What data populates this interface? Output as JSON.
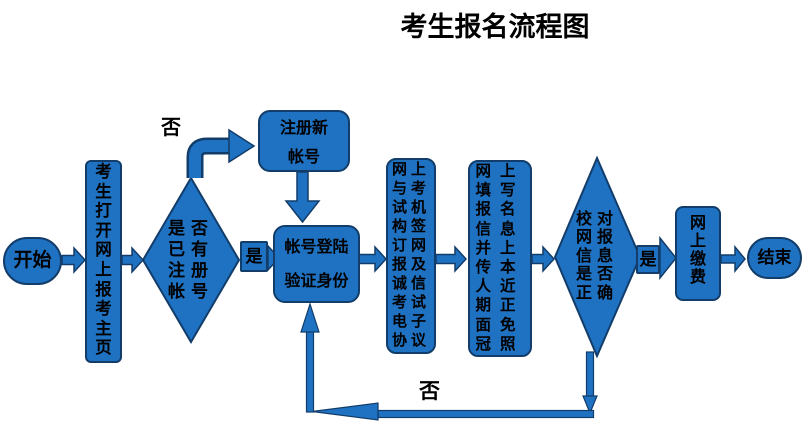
{
  "title": "考生报名流程图",
  "colors": {
    "shape_fill": "#1f72c2",
    "shape_border": "#123c69",
    "text": "#000000",
    "background": "#ffffff"
  },
  "nodes": {
    "start": {
      "label": "开始"
    },
    "open_page": {
      "lines": [
        "考",
        "生",
        "打",
        "开",
        "网",
        "上",
        "报",
        "考",
        "主",
        "页"
      ]
    },
    "has_account": {
      "lines": [
        "是否",
        "已有",
        "注册",
        "帐号"
      ]
    },
    "register_new": {
      "lines": [
        "注册新",
        "帐号"
      ]
    },
    "login": {
      "lines": [
        "帐号登陆",
        "验证身份"
      ]
    },
    "sign_agreement": {
      "lines": [
        "网上",
        "与考",
        "试机",
        "构签",
        "订网",
        "报及",
        "诚信",
        "考试",
        "电子",
        "协议"
      ]
    },
    "fill_info": {
      "lines": [
        "网上",
        "填写",
        "报名",
        "信息",
        "并上",
        "传本",
        "人近",
        "期正",
        "面免",
        "冠照"
      ]
    },
    "verify_info": {
      "lines": [
        "校对",
        "网报",
        "信息",
        "是否",
        "正确"
      ]
    },
    "pay_online": {
      "lines": [
        "网",
        "上",
        "缴",
        "费"
      ]
    },
    "end": {
      "label": "结束"
    }
  },
  "edge_labels": {
    "no_to_register": "否",
    "yes_to_login": "是",
    "yes_to_pay": "是",
    "no_back_to_login": "否"
  }
}
